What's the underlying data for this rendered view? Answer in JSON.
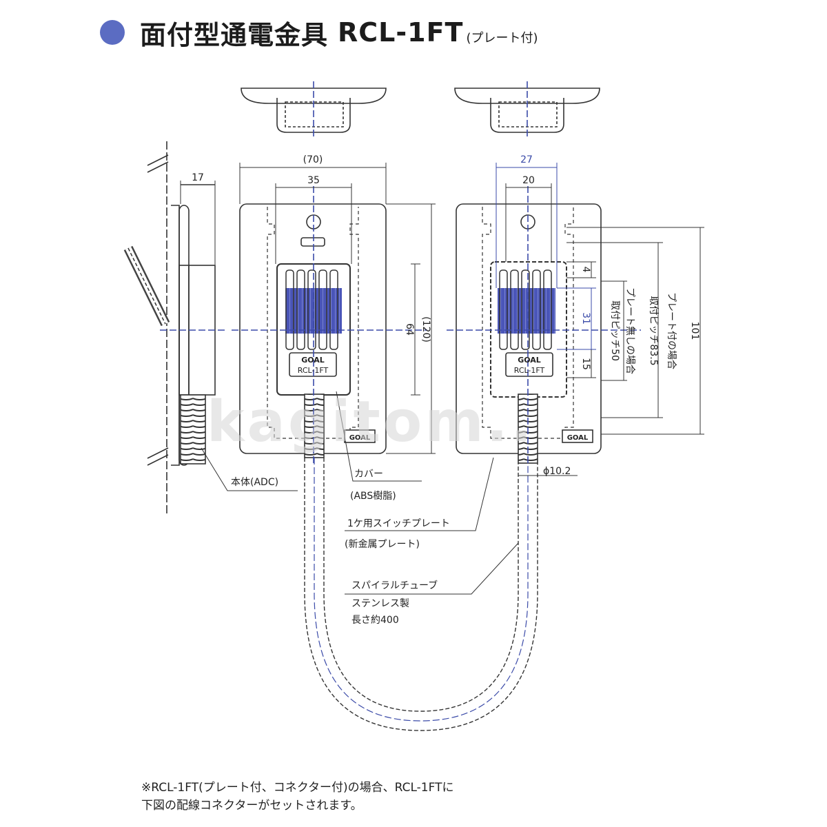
{
  "title": {
    "main": "面付型通電金具",
    "model": "RCL-1FT",
    "sub": "(プレート付)",
    "dot_color": "#5b6cc2"
  },
  "dimensions": {
    "d17": "17",
    "d70": "(70)",
    "d35": "35",
    "d27": "27",
    "d20": "20",
    "d64": "64",
    "d120": "(120)",
    "d4": "4",
    "d31": "31",
    "d15": "15",
    "d101": "101",
    "phi": "ϕ10.2",
    "pitch50": "取付ピッチ50",
    "no_plate": "プレート無しの場合",
    "pitch835": "取付ピッチ83.5",
    "with_plate": "プレート付の場合"
  },
  "labels": {
    "body": "本体(ADC)",
    "cover": "カバー",
    "cover_mat": "(ABS樹脂)",
    "plate": "1ケ用スイッチプレート",
    "plate_mat": "(新金属プレート)",
    "tube": "スパイラルチューブ",
    "tube_mat": "ステンレス製",
    "tube_len": "長さ約400",
    "brand": "GOAL",
    "model_label": "RCL-1FT"
  },
  "notes": {
    "line1": "※RCL-1FT(プレート付、コネクター付)の場合、RCL-1FTに",
    "line2": "下図の配線コネクターがセットされます。"
  },
  "watermark": "kagitom.."
}
